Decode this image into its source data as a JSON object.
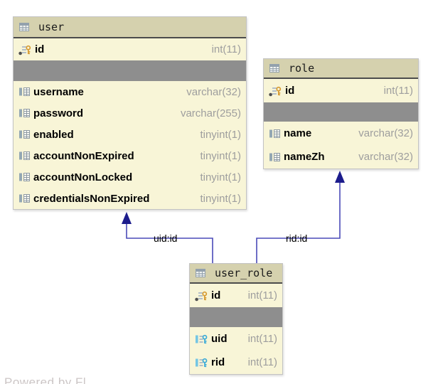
{
  "watermark": "Powered by Fl",
  "colors": {
    "table_body": "#f8f5d7",
    "table_header": "#d5d1ae",
    "separator_band": "#8e8e8e",
    "table_border": "#c3c3c3",
    "type_text": "#9e9e9e",
    "relation_line": "#4a4ab8",
    "relation_arrow": "#1c1c8c",
    "primary_key_icon": "#d69a30",
    "foreign_key_icon": "#39abd8",
    "table_icon": "#93a1ad"
  },
  "tables": {
    "user": {
      "title": "user",
      "primary_key": {
        "name": "id",
        "type": "int(11)"
      },
      "columns": [
        {
          "name": "username",
          "type": "varchar(32)"
        },
        {
          "name": "password",
          "type": "varchar(255)"
        },
        {
          "name": "enabled",
          "type": "tinyint(1)"
        },
        {
          "name": "accountNonExpired",
          "type": "tinyint(1)"
        },
        {
          "name": "accountNonLocked",
          "type": "tinyint(1)"
        },
        {
          "name": "credentialsNonExpired",
          "type": "tinyint(1)"
        }
      ]
    },
    "role": {
      "title": "role",
      "primary_key": {
        "name": "id",
        "type": "int(11)"
      },
      "columns": [
        {
          "name": "name",
          "type": "varchar(32)"
        },
        {
          "name": "nameZh",
          "type": "varchar(32)"
        }
      ]
    },
    "user_role": {
      "title": "user_role",
      "primary_key": {
        "name": "id",
        "type": "int(11)"
      },
      "columns": [
        {
          "name": "uid",
          "type": "int(11)"
        },
        {
          "name": "rid",
          "type": "int(11)"
        }
      ]
    }
  },
  "connections": [
    {
      "label": "uid:id",
      "from": "user_role.uid",
      "to": "user.id"
    },
    {
      "label": "rid:id",
      "from": "user_role.rid",
      "to": "role.id"
    }
  ]
}
